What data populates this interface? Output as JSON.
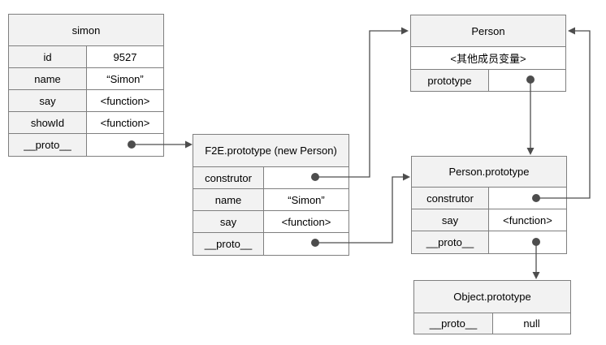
{
  "colors": {
    "background": "#ffffff",
    "cell_border": "#7f7f7f",
    "header_fill": "#f2f2f2",
    "connector": "#4d4d4d",
    "text": "#000000"
  },
  "tables": {
    "simon": {
      "title": "simon",
      "rows": [
        {
          "key": "id",
          "value": "9527"
        },
        {
          "key": "name",
          "value": "“Simon”"
        },
        {
          "key": "say",
          "value": "<function>"
        },
        {
          "key": "showId",
          "value": "<function>"
        },
        {
          "key": "__proto__",
          "value": ""
        }
      ]
    },
    "f2e": {
      "title": "F2E.prototype (new Person)",
      "rows": [
        {
          "key": "construtor",
          "value": ""
        },
        {
          "key": "name",
          "value": "“Simon”"
        },
        {
          "key": "say",
          "value": "<function>"
        },
        {
          "key": "__proto__",
          "value": ""
        }
      ]
    },
    "person": {
      "title": "Person",
      "member_row": "<其他成员变量>",
      "rows": [
        {
          "key": "prototype",
          "value": ""
        }
      ]
    },
    "person_prototype": {
      "title": "Person.prototype",
      "rows": [
        {
          "key": "construtor",
          "value": ""
        },
        {
          "key": "say",
          "value": "<function>"
        },
        {
          "key": "__proto__",
          "value": ""
        }
      ]
    },
    "object_prototype": {
      "title": "Object.prototype",
      "rows": [
        {
          "key": "__proto__",
          "value": "null"
        }
      ]
    }
  },
  "connectors": [
    {
      "from": "simon.__proto__",
      "to": "F2E.prototype (new Person)"
    },
    {
      "from": "F2E.prototype.construtor",
      "to": "Person"
    },
    {
      "from": "F2E.prototype.__proto__",
      "to": "Person.prototype"
    },
    {
      "from": "Person.prototype (field)",
      "to": "Person.prototype"
    },
    {
      "from": "Person.prototype.construtor",
      "to": "Person"
    },
    {
      "from": "Person.prototype.__proto__",
      "to": "Object.prototype"
    }
  ]
}
